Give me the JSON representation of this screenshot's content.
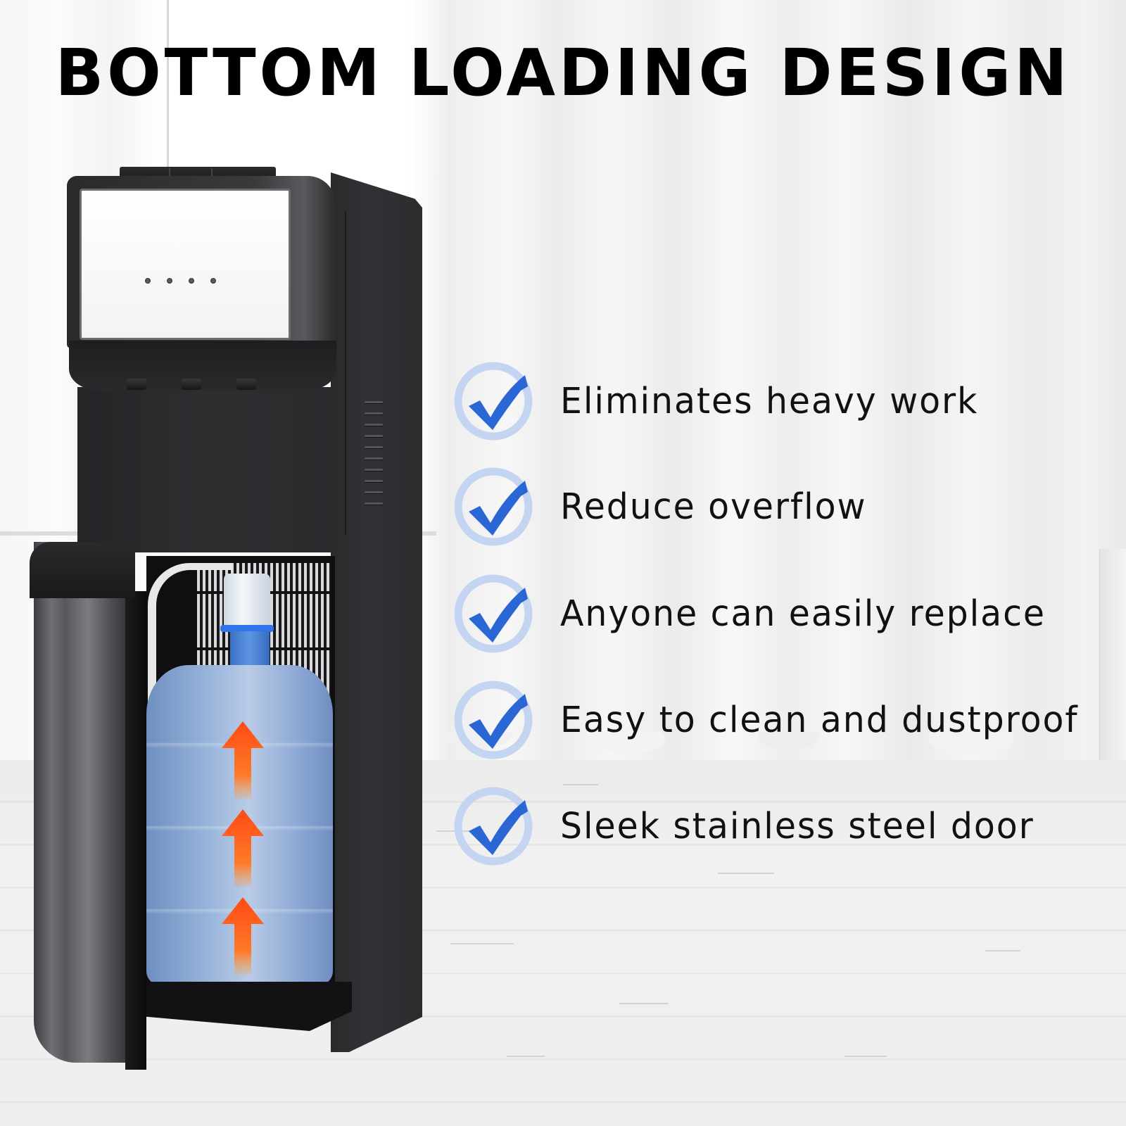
{
  "title": "BOTTOM LOADING DESIGN",
  "features": [
    {
      "label": "Eliminates heavy work",
      "icon": "check-circle-icon"
    },
    {
      "label": "Reduce overflow",
      "icon": "check-circle-icon"
    },
    {
      "label": "Anyone can easily replace",
      "icon": "check-circle-icon"
    },
    {
      "label": "Easy to clean and dustproof",
      "icon": "check-circle-icon"
    },
    {
      "label": "Sleek stainless steel door",
      "icon": "check-circle-icon"
    }
  ],
  "product": {
    "name": "bottom-loading water dispenser",
    "indicator_lights": 4,
    "taps": 3,
    "direction_arrows": 3
  },
  "colors": {
    "check_ring": "#c3d5f0",
    "check_mark": "#2a66d4",
    "arrow_top": "#ff5a1a",
    "arrow_bottom": "#ff9a3a",
    "title_text": "#000000",
    "body_text": "#111111",
    "dispenser_body": "#2a2a2d",
    "bottle_blue": "#8faad6"
  }
}
